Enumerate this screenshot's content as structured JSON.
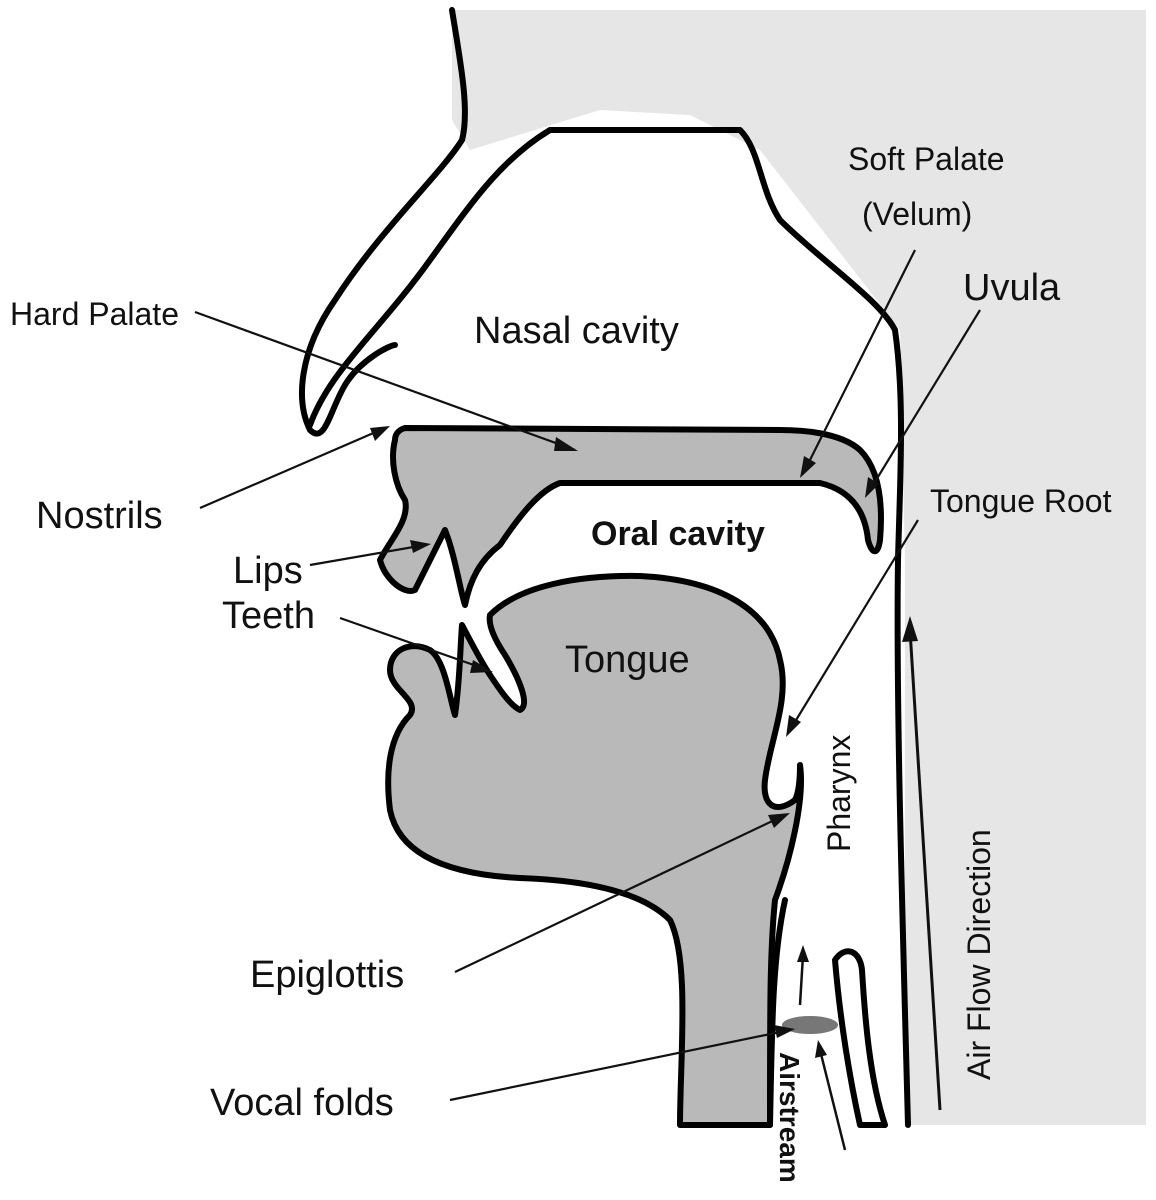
{
  "labels": {
    "soft_palate_line1": "Soft Palate",
    "soft_palate_line2": "(Velum)",
    "uvula": "Uvula",
    "hard_palate": "Hard Palate",
    "nasal_cavity": "Nasal cavity",
    "nostrils": "Nostrils",
    "oral_cavity": "Oral cavity",
    "tongue_root": "Tongue Root",
    "lips": "Lips",
    "teeth": "Teeth",
    "tongue": "Tongue",
    "pharynx": "Pharynx",
    "air_flow_direction": "Air Flow Direction",
    "epiglottis": "Epiglottis",
    "vocal_folds": "Vocal folds",
    "airstream": "Airstream"
  },
  "colors": {
    "background_right": "#e6e6e6",
    "tissue_fill": "#b9b9b9",
    "outline": "#000000"
  }
}
